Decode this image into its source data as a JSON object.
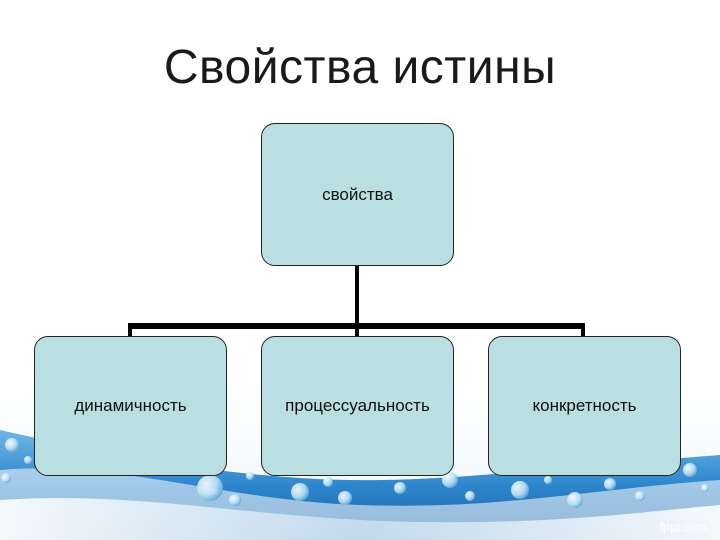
{
  "title": "Свойства истины",
  "diagram": {
    "root": "свойства",
    "children": [
      "динамичность",
      "процессуальность",
      "конкретность"
    ]
  },
  "watermark": "fppt.com",
  "colors": {
    "node_fill": "#b9dfe3",
    "node_border": "#222222",
    "connector": "#000000",
    "water_deep": "#1f6fb8",
    "water_light": "#9fd0f0"
  }
}
